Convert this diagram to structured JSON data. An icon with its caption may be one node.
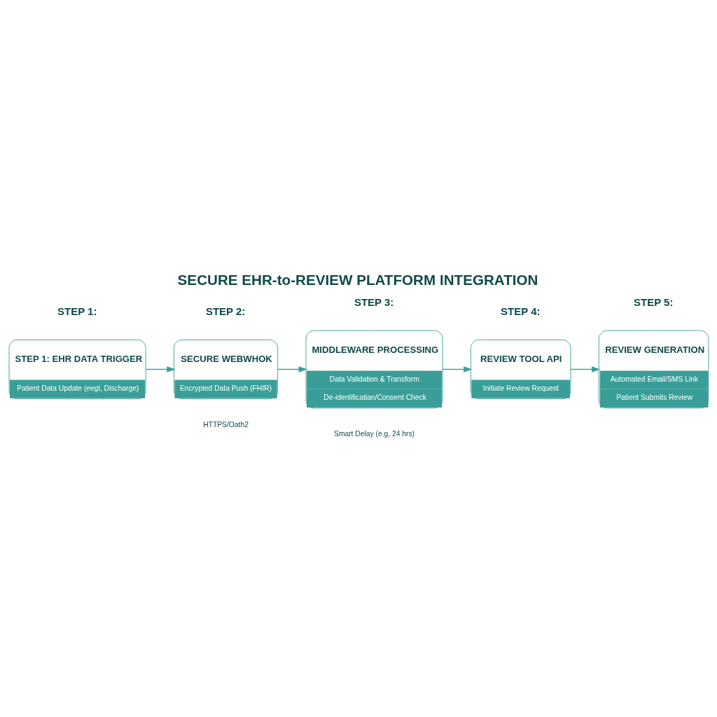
{
  "diagram": {
    "title": "SECURE EHR-to-REVIEW PLATFORM INTEGRATION",
    "nodes": [
      {
        "text": [
          "STEP 1: EHR DATA TRIGGER",
          "Patient Data Update (eegl, Discharge)"
        ]
      },
      {
        "text": [
          "SECURE WEBWHOK",
          "Encrypted Data Push (FHIR)"
        ],
        "beside": [
          "HTTPS/Oath2"
        ]
      },
      {
        "text": [
          "MIDDLEWARE PROCESSING",
          "Data Validation & Transform",
          "De-idenlificatian/Consent Check"
        ],
        "beside": [
          "Smart Delay (e.g, 24 hrs)"
        ]
      },
      {
        "text": [
          "REVIEW TOOL API",
          "Initiate Review Request"
        ]
      },
      {
        "text": [
          "REVIEW GENERATION",
          "Automated Email/SMS Link",
          "Patient Submits Review"
        ]
      }
    ],
    "edges": [
      {
        "from": 0,
        "to": 1,
        "arrow": "to"
      },
      {
        "from": 1,
        "to": 2,
        "arrow": "to"
      },
      {
        "from": 2,
        "to": 3,
        "arrow": "to"
      },
      {
        "from": 3,
        "to": 4,
        "arrow": "to"
      }
    ],
    "labels": [
      "STEP 1:",
      "STEP 2:",
      "STEP 3:",
      "STEP 4:",
      "STEP 5:"
    ]
  }
}
